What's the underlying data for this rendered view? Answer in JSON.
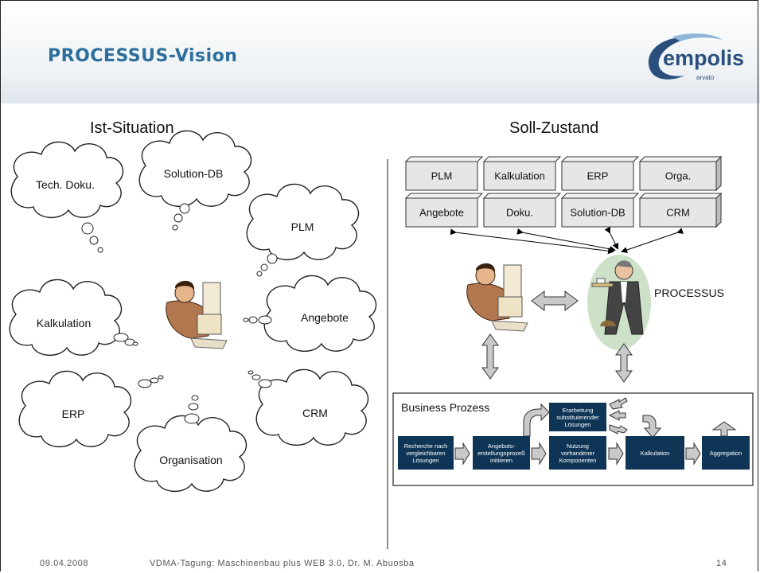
{
  "slide": {
    "title": "PROCESSUS-Vision",
    "logo": {
      "word": "empolis",
      "subtext": "arvato"
    },
    "left_heading": "Ist-Situation",
    "right_heading": "Soll-Zustand"
  },
  "clouds": [
    "Tech. Doku.",
    "Solution-DB",
    "PLM",
    "Kalkulation",
    "Angebote",
    "ERP",
    "CRM",
    "Organisation"
  ],
  "systems": {
    "row1": [
      "PLM",
      "Kalkulation",
      "ERP",
      "Orga."
    ],
    "row2": [
      "Angebote",
      "Doku.",
      "Solution-DB",
      "CRM"
    ]
  },
  "processus_label": "PROCESSUS",
  "business_process": {
    "title": "Business Prozess",
    "steps": {
      "recherche": "Recherche nach vergleichbaren Lösungen",
      "angebot": "Angebots-erstellungsprozeß initiieren",
      "erarbeitung": "Erarbeitung substituierender Lösungen",
      "nutzung": "Nutzung vorhandener Komponenten",
      "kalkulation": "Kalkulation",
      "aggregation": "Aggregation"
    }
  },
  "footer": {
    "date": "09.04.2008",
    "event": "VDMA-Tagung: Maschinenbau plus WEB 3.0, Dr. M. Abuosba",
    "page": "14"
  },
  "colors": {
    "title": "#2c6f9c",
    "process_box": "#0f3556",
    "system_box": "#e6e6e6",
    "logo": "#2b4f7d"
  }
}
